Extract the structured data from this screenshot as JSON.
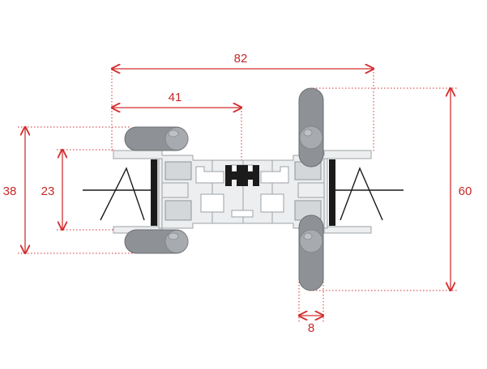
{
  "dimensions": {
    "overall_width": "82",
    "half_width": "41",
    "left_outer_height": "38",
    "left_inner_height": "23",
    "right_height": "60",
    "gasket_width": "8"
  },
  "colors": {
    "dimension_line": "#d32f2f",
    "profile": "#eceeef",
    "gasket": "#8e9195",
    "glazing_bead": "#1b1b1b"
  }
}
